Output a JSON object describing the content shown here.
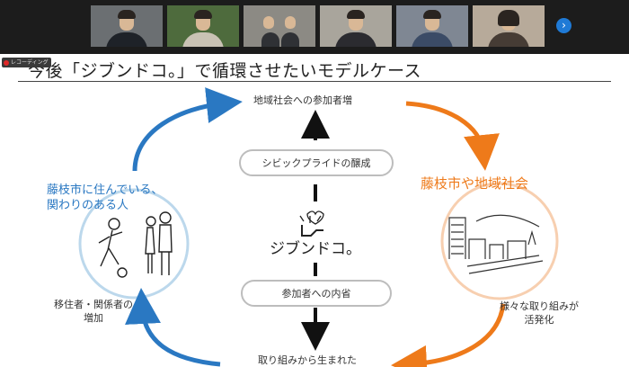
{
  "meeting": {
    "recording_label": "レコーディング",
    "participants": [
      {
        "tile": "participant-1",
        "bg": "#6b6f72",
        "shirt": "#1e2228"
      },
      {
        "tile": "participant-2",
        "bg": "#4e6b3d",
        "shirt": "#c9c2b4"
      },
      {
        "tile": "participant-3",
        "bg": "#8c8a84",
        "shirt": "#2f3135"
      },
      {
        "tile": "participant-4",
        "bg": "#a9a59c",
        "shirt": "#2b2b30"
      },
      {
        "tile": "participant-5",
        "bg": "#7f8793",
        "shirt": "#3b4b66"
      },
      {
        "tile": "participant-6",
        "bg": "#b7aa9a",
        "shirt": "#463c35"
      }
    ],
    "next_icon": "chevron-right-icon",
    "accent": "#1f7ad6"
  },
  "slide": {
    "title": "今後「ジブンドコ。」で循環させたいモデルケース",
    "top_label": "地域社会への参加者増",
    "upper_pill": "シビックプライドの醸成",
    "logo_text": "ジブンドコ。",
    "lower_pill": "参加者への内省",
    "bottom_label": "取り組みから生まれた",
    "left_heading_line1": "藤枝市に住んでいる、",
    "left_heading_line2": "関わりのある人",
    "left_caption_line1": "移住者・関係者の",
    "left_caption_line2": "増加",
    "right_heading": "藤枝市や地域社会",
    "right_caption_line1": "様々な取り組みが",
    "right_caption_line2": "活発化",
    "colors": {
      "blue": "#2a78c2",
      "orange": "#ee7a1a",
      "left_circle": "#bcd8ec",
      "right_circle": "#f7cfb0"
    }
  }
}
